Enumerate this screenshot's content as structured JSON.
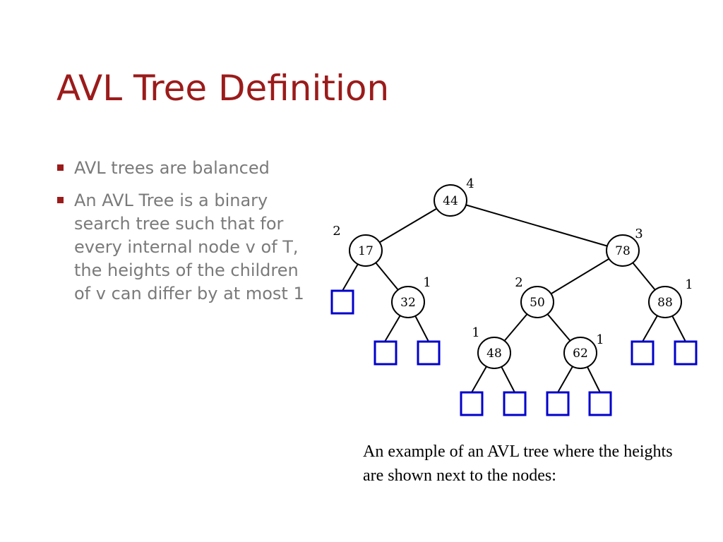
{
  "slide": {
    "title": "AVL Tree Definition",
    "bullets": [
      "AVL trees are balanced",
      "An AVL Tree is a binary search tree such that for every internal node v of T, the heights of the children of v can differ by at most 1"
    ],
    "caption": "An example of an AVL tree where the heights are shown next to the nodes:"
  },
  "colors": {
    "title": "#9b1b1b",
    "bullet_text": "#7a7a7a",
    "bullet_marker": "#9b1b1b",
    "leaf_square": "#0000cc"
  },
  "tree": {
    "nodes": [
      {
        "key": "44",
        "height": "4"
      },
      {
        "key": "17",
        "height": "2"
      },
      {
        "key": "78",
        "height": "3"
      },
      {
        "key": "32",
        "height": "1"
      },
      {
        "key": "50",
        "height": "2"
      },
      {
        "key": "88",
        "height": "1"
      },
      {
        "key": "48",
        "height": "1"
      },
      {
        "key": "62",
        "height": "1"
      }
    ]
  }
}
